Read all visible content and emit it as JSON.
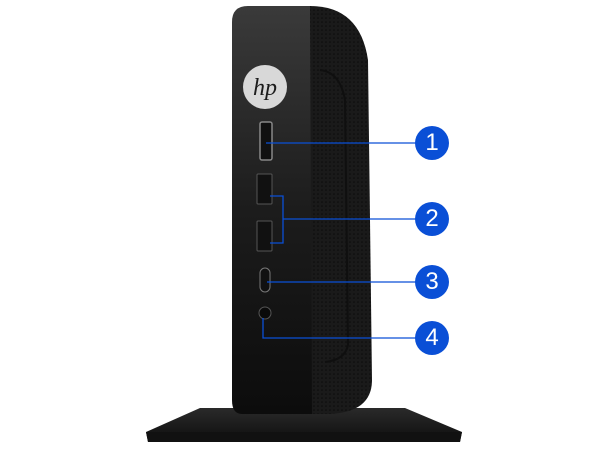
{
  "logo_text": "hp",
  "accent_color": "#0a4fd6",
  "callouts": [
    {
      "number": "1",
      "target": "sd-card-slot"
    },
    {
      "number": "2",
      "target": "usb-a-ports"
    },
    {
      "number": "3",
      "target": "usb-c-port"
    },
    {
      "number": "4",
      "target": "headset-jack"
    }
  ]
}
